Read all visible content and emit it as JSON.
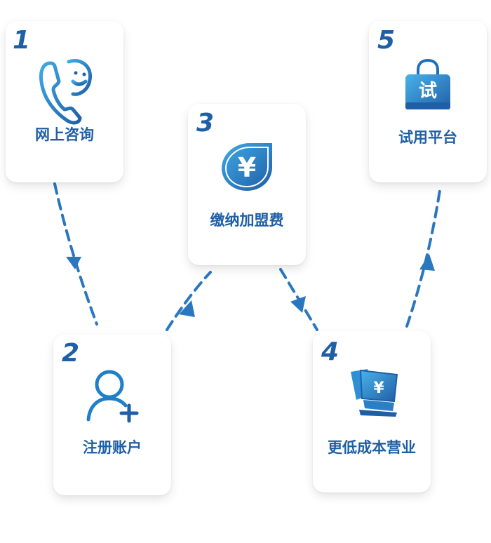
{
  "colors": {
    "accent": "#1f5fa5",
    "icon_light": "#3fa9e6",
    "card_bg": "#ffffff"
  },
  "steps": [
    {
      "num": "1",
      "label": "网上咨询",
      "icon": "phone-smile-icon"
    },
    {
      "num": "2",
      "label": "注册账户",
      "icon": "user-add-icon"
    },
    {
      "num": "3",
      "label": "缴纳加盟费",
      "icon": "yen-drop-icon"
    },
    {
      "num": "4",
      "label": "更低成本营业",
      "icon": "pos-terminal-icon"
    },
    {
      "num": "5",
      "label": "试用平台",
      "icon": "trial-bag-icon"
    }
  ],
  "icon_text": {
    "yen": "¥",
    "trial": "试"
  }
}
